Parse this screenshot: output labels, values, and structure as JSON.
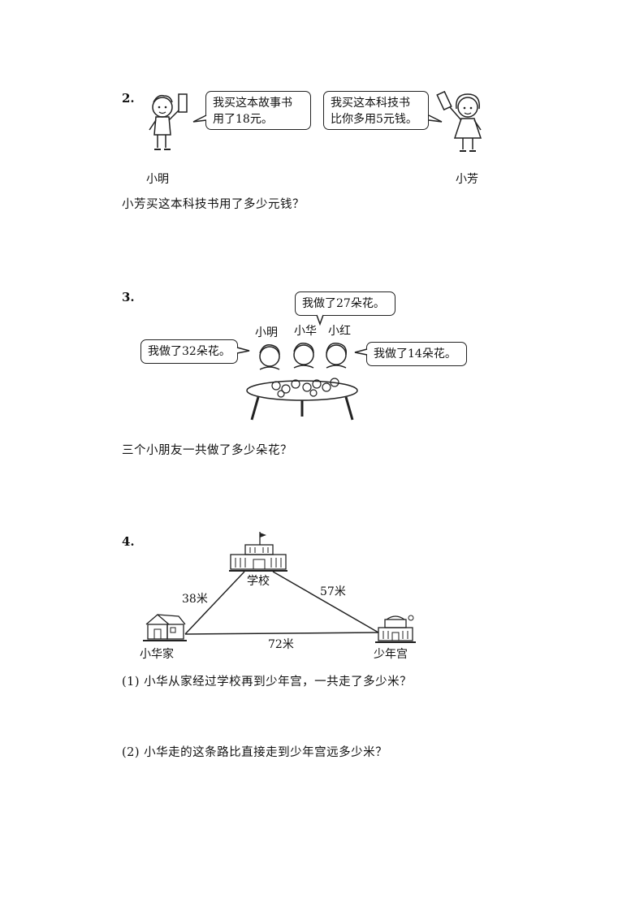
{
  "problem2": {
    "number": "2.",
    "xiaoming_bubble_line1": "我买这本故事书",
    "xiaoming_bubble_line2": "用了18元。",
    "xiaofang_bubble_line1": "我买这本科技书",
    "xiaofang_bubble_line2": "比你多用5元钱。",
    "name_left": "小明",
    "name_right": "小芳",
    "question": "小芳买这本科技书用了多少元钱？"
  },
  "problem3": {
    "number": "3.",
    "bubble_left": "我做了32朵花。",
    "bubble_middle": "我做了27朵花。",
    "bubble_right": "我做了14朵花。",
    "name1": "小明",
    "name2": "小华",
    "name3": "小红",
    "question": "三个小朋友一共做了多少朵花？"
  },
  "problem4": {
    "number": "4.",
    "school": "学校",
    "home": "小华家",
    "palace": "少年宫",
    "dist_home_school": "38米",
    "dist_school_palace": "57米",
    "dist_home_palace": "72米",
    "q1": "(1) 小华从家经过学校再到少年宫，一共走了多少米？",
    "q2": "(2) 小华走的这条路比直接走到少年宫远多少米？"
  }
}
